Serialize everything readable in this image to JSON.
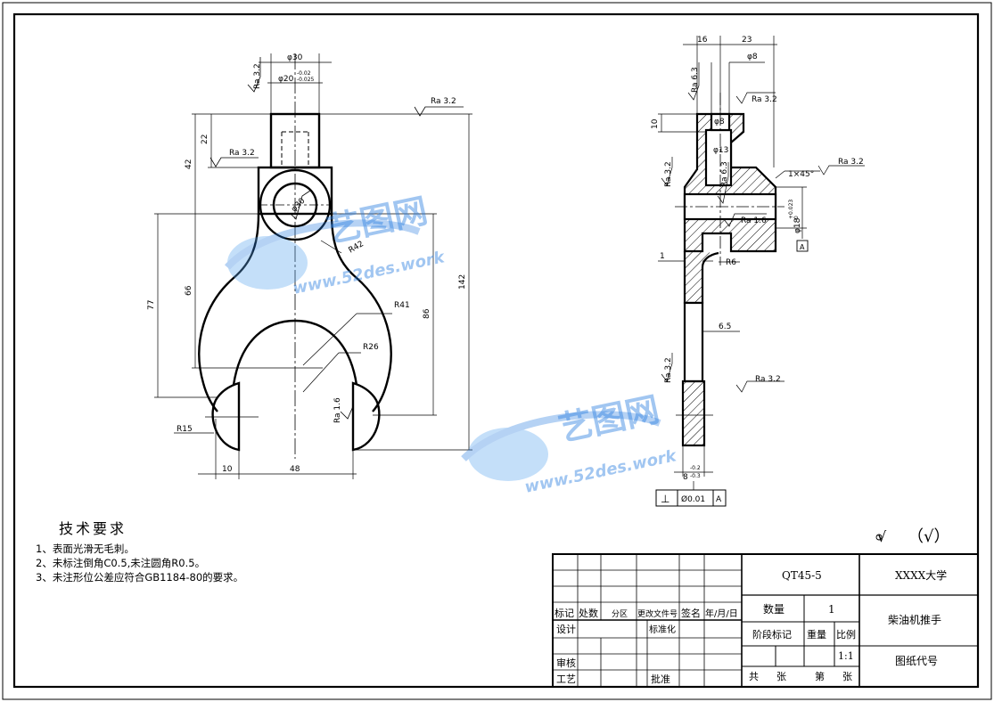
{
  "dims": {
    "left_d30_top": "φ30",
    "left_d20_main": "φ20",
    "left_d20_tol_upper": "-0.02",
    "left_d20_tol_lower": "-0.025",
    "d42": "42",
    "d22": "22",
    "d77": "77",
    "d66": "66",
    "d86": "86",
    "d142": "142",
    "d10": "10",
    "d48": "48",
    "r42": "R42",
    "r41": "R41",
    "r26": "R26",
    "r15": "R15",
    "hole_d30": "φ30",
    "d16": "16",
    "d23": "23",
    "d8_top": "φ8",
    "d10_side": "10",
    "d8_in": "φ8",
    "d13": "φ13",
    "chamfer": "1×45°",
    "d18_main": "φ18",
    "d18_tol_upper": "+0.023",
    "d18_tol_lower": "0",
    "datum": "A",
    "d1": "1",
    "r6": "R6",
    "d65": "6.5",
    "d8_main": "8",
    "d8_tol_upper": "-0.2",
    "d8_tol_lower": "-0.3",
    "tol_symbol": "⊥",
    "tol_value": "Ø0.01",
    "tol_datum": "A"
  },
  "roughness": {
    "ra32": "Ra 3.2",
    "ra16": "Ra 1.6",
    "ra63": "Ra 6.3"
  },
  "tech_requirements": {
    "title": "技术要求",
    "items": [
      "1、表面光滑无毛刺。",
      "2、未标注倒角C0.5,未注圆角R0.5。",
      "3、未注形位公差应符合GB1184-80的要求。"
    ]
  },
  "surface_finish_note": {
    "symbol": "√",
    "paren": "（√）"
  },
  "title_block": {
    "material": "QT45-5",
    "school": "XXXX大学",
    "qty_label": "数量",
    "qty_value": "1",
    "part_name": "柴油机推手",
    "stage_label": "阶段标记",
    "weight_label": "重量",
    "scale_label": "比例",
    "scale_value": "1:1",
    "drawing_no_label": "图纸代号",
    "sheets_total": "共",
    "sheets_unit1": "张",
    "sheet_no": "第",
    "sheets_unit2": "张",
    "row_labels": {
      "mark": "标记",
      "count": "处数",
      "zone": "分区",
      "change_doc": "更改文件号",
      "sign": "签名",
      "date": "年/月/日",
      "design": "设计",
      "standard": "标准化",
      "review": "审核",
      "craft": "工艺",
      "approve": "批准"
    }
  },
  "watermark": {
    "brand": "艺图网",
    "url": "www.52des.work"
  }
}
